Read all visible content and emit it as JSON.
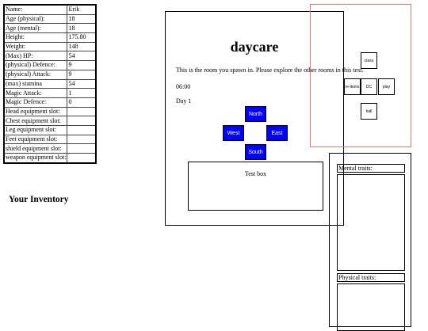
{
  "stats": [
    {
      "label": "Name:",
      "value": "Erik"
    },
    {
      "label": "Age (physical):",
      "value": "18"
    },
    {
      "label": "Age (mental):",
      "value": "18"
    },
    {
      "label": "Height:",
      "value": "175.80"
    },
    {
      "label": "Weight:",
      "value": "148"
    },
    {
      "label": "(Max) HP:",
      "value": "54"
    },
    {
      "label": "(physical) Defence:",
      "value": "9"
    },
    {
      "label": "(physical) Attack:",
      "value": "9"
    },
    {
      "label": "(max) stamina",
      "value": "54"
    },
    {
      "label": "Magic Attack:",
      "value": "1"
    },
    {
      "label": "Magic Defence:",
      "value": "0"
    },
    {
      "label": "Head equipment slot:",
      "value": ""
    },
    {
      "label": "Chest equipment slot:",
      "value": ""
    },
    {
      "label": "Leg equipment slot:",
      "value": ""
    },
    {
      "label": "Feet equipment slot:",
      "value": ""
    },
    {
      "label": "shield equipment slot:",
      "value": ""
    },
    {
      "label": "weapon equipment slot:",
      "value": ""
    }
  ],
  "inventory": {
    "title": "Your Inventory"
  },
  "room": {
    "title": "daycare",
    "description": "This is the room you spawn in. Please explore the other rooms in this test.",
    "clock": "06:00",
    "day": "Day 1",
    "test_box": "Test box"
  },
  "nav": {
    "north": "North",
    "west": "West",
    "east": "East",
    "south": "South"
  },
  "minimap": {
    "class": "class",
    "re_items": "re-items",
    "dc": "DC",
    "play": "play",
    "hall": "hall"
  },
  "traits": {
    "mental_label": "Mental traits:",
    "physical_label": "Physical traits:"
  },
  "colors": {
    "nav_button": "#0000ff",
    "minimap_border": "#e8777a"
  }
}
